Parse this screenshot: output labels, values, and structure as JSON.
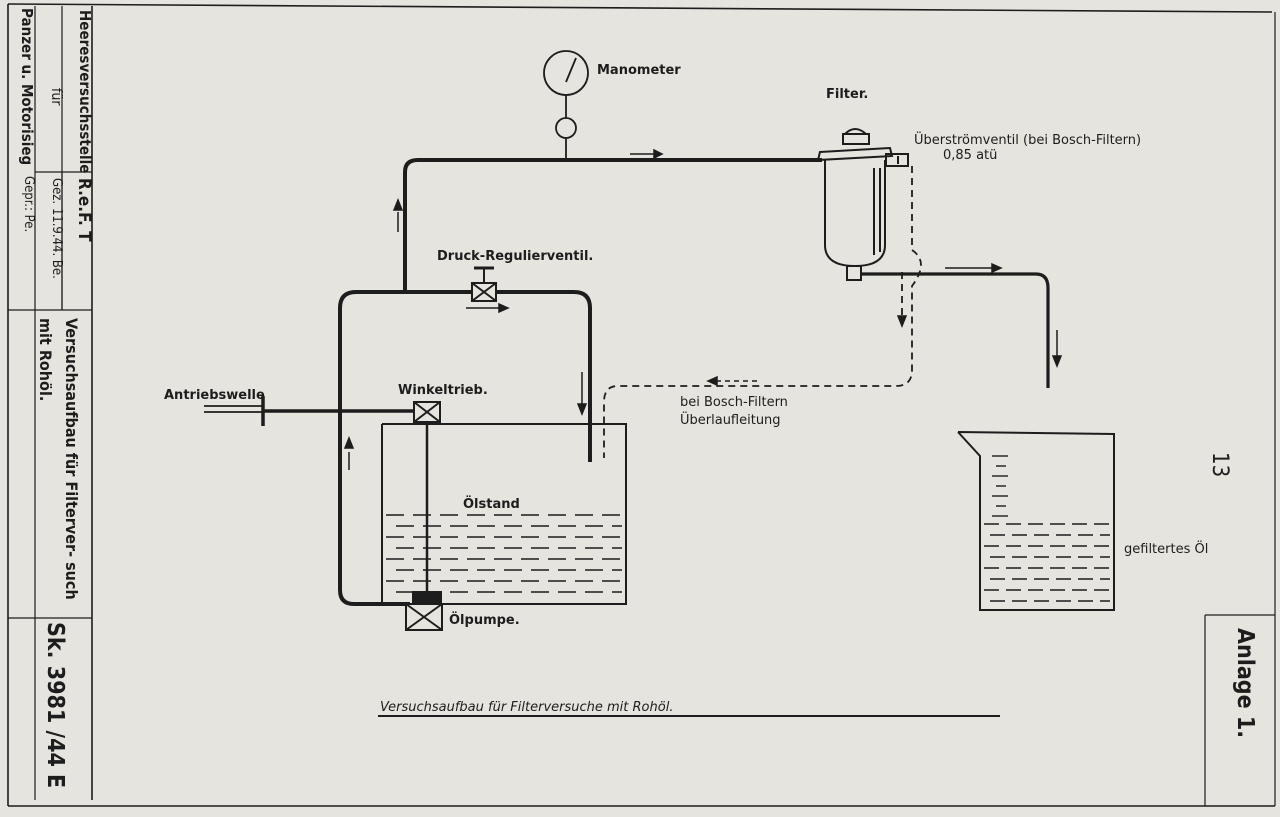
{
  "title_block": {
    "institution_line1": "Heeresversuchsstelle",
    "institution_line2": "für",
    "institution_line3": "Panzer u. Motorisieg",
    "department": "R.e.F. T",
    "drawn": "Gez. 11.9.44. Be.",
    "checked": "Gepr.: Pe.",
    "description": "Versuchsaufbau für Filterver- such mit Rohöl.",
    "drawing_number": "Sk. 3981 /44 E"
  },
  "labels": {
    "manometer": "Manometer",
    "filter": "Filter.",
    "overflow_valve": "Überströmventil (bei Bosch-Filtern)",
    "overflow_pressure": "0,85 atü",
    "pressure_valve": "Druck-Regulierventil.",
    "drive_shaft": "Antriebswelle",
    "angle_drive": "Winkeltrieb.",
    "oil_level": "Ölstand",
    "oil_pump": "Ölpumpe.",
    "overflow_line_1": "bei Bosch-Filtern",
    "overflow_line_2": "Überlaufleitung",
    "filtered_oil": "gefiltertes Öl"
  },
  "caption": "Versuchsaufbau für Filterversuche mit Rohöl.",
  "page_number": "13",
  "annex": "Anlage 1.",
  "colors": {
    "paper": "#e6e4de",
    "ink": "#1d1d1d"
  }
}
